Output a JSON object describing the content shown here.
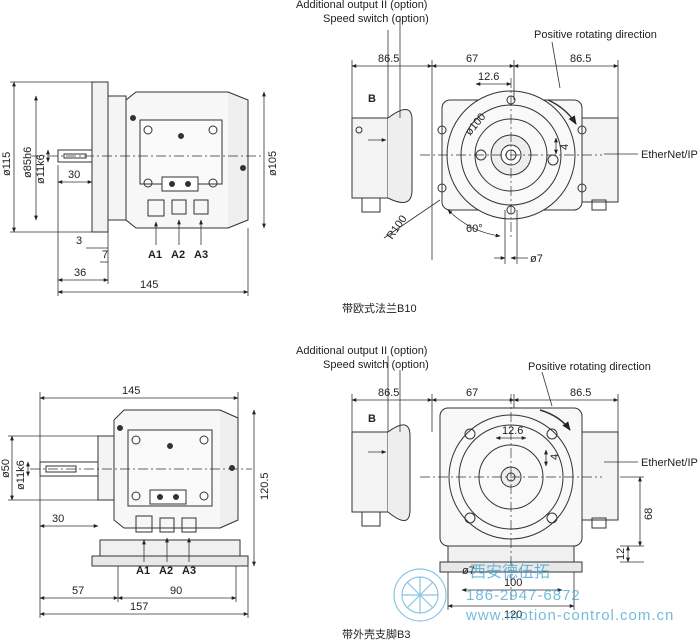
{
  "top": {
    "caption": "带欧式法兰B10",
    "labels": {
      "additional_output": "Additional output II (option)",
      "speed_switch": "Speed switch (option)",
      "positive_rotating": "Positive rotating direction",
      "ethernet": "EtherNet/IP",
      "b": "B",
      "a1": "A1",
      "a2": "A2",
      "a3": "A3"
    },
    "dims": {
      "d115": "ø115",
      "d85": "ø85h6",
      "d11": "ø11k6",
      "d105": "ø105",
      "l30": "30",
      "l3": "3",
      "l7": "7",
      "l36": "36",
      "l145": "145",
      "l86_5_left": "86.5",
      "l67": "67",
      "l86_5_right": "86.5",
      "l12_6": "12.6",
      "d100": "ø100",
      "l4": "4",
      "r100": "R100",
      "a60": "60°",
      "d7": "ø7"
    }
  },
  "bottom": {
    "caption": "带外壳支脚B3",
    "labels": {
      "additional_output": "Additional output II (option)",
      "speed_switch": "Speed switch (option)",
      "positive_rotating": "Positive rotating direction",
      "ethernet": "EtherNet/IP",
      "b": "B",
      "a1": "A1",
      "a2": "A2",
      "a3": "A3"
    },
    "dims": {
      "l145": "145",
      "d50": "ø50",
      "d11": "ø11k6",
      "l120_5": "120.5",
      "l30": "30",
      "l57": "57",
      "l90": "90",
      "l157": "157",
      "l86_5_left": "86.5",
      "l67": "67",
      "l86_5_right": "86.5",
      "l12_6": "12.6",
      "l4": "4",
      "l68": "68",
      "l12": "12",
      "l100": "100",
      "l120": "120",
      "d7": "ø7"
    }
  },
  "watermark": {
    "company": "西安德伍拓",
    "phone": "186-2947-6872",
    "url": "www.motion-control.com.cn"
  }
}
